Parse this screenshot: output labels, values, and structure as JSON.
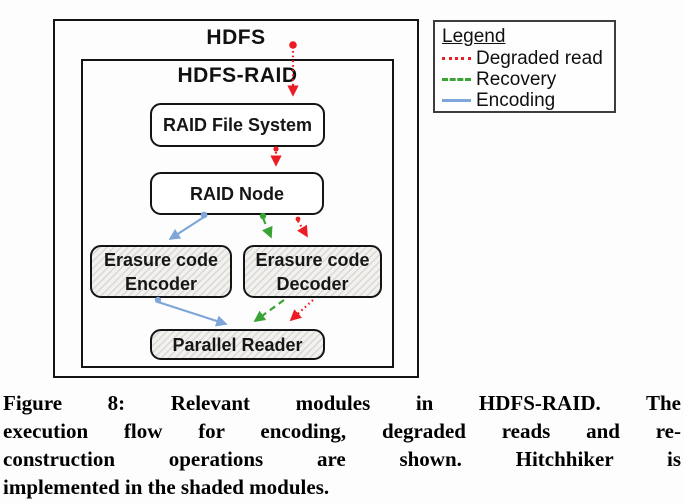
{
  "figure": {
    "outer_label": "HDFS",
    "inner_label": "HDFS-RAID",
    "nodes": {
      "raid_file_system": "RAID File System",
      "raid_node": "RAID Node",
      "erasure_encoder": "Erasure code\nEncoder",
      "erasure_decoder": "Erasure code\nDecoder",
      "parallel_reader": "Parallel Reader"
    },
    "shaded_nodes": [
      "Erasure code Encoder",
      "Erasure code Decoder",
      "Parallel Reader"
    ],
    "flows": [
      {
        "name": "Degraded read",
        "style": "dotted",
        "color": "#ec1c24",
        "path": [
          "HDFS",
          "RAID File System",
          "RAID Node",
          "Erasure code Decoder",
          "Parallel Reader"
        ]
      },
      {
        "name": "Recovery",
        "style": "dashed",
        "color": "#3aa335",
        "path": [
          "RAID Node",
          "Erasure code Decoder",
          "Parallel Reader"
        ]
      },
      {
        "name": "Encoding",
        "style": "solid",
        "color": "#7ea6d9",
        "path": [
          "RAID Node",
          "Erasure code Encoder",
          "Parallel Reader"
        ]
      }
    ]
  },
  "legend": {
    "title": "Legend",
    "items": [
      {
        "label": "Degraded read",
        "style": "dotted",
        "color": "#ec1c24"
      },
      {
        "label": "Recovery",
        "style": "dashed",
        "color": "#3aa335"
      },
      {
        "label": "Encoding",
        "style": "solid",
        "color": "#7ea6d9"
      }
    ]
  },
  "caption": {
    "lines": [
      "Figure 8:  Relevant modules in HDFS-RAID. The",
      "execution flow for encoding, degraded reads and re-",
      "construction operations are shown.  Hitchhiker is",
      "implemented in the shaded modules."
    ]
  }
}
